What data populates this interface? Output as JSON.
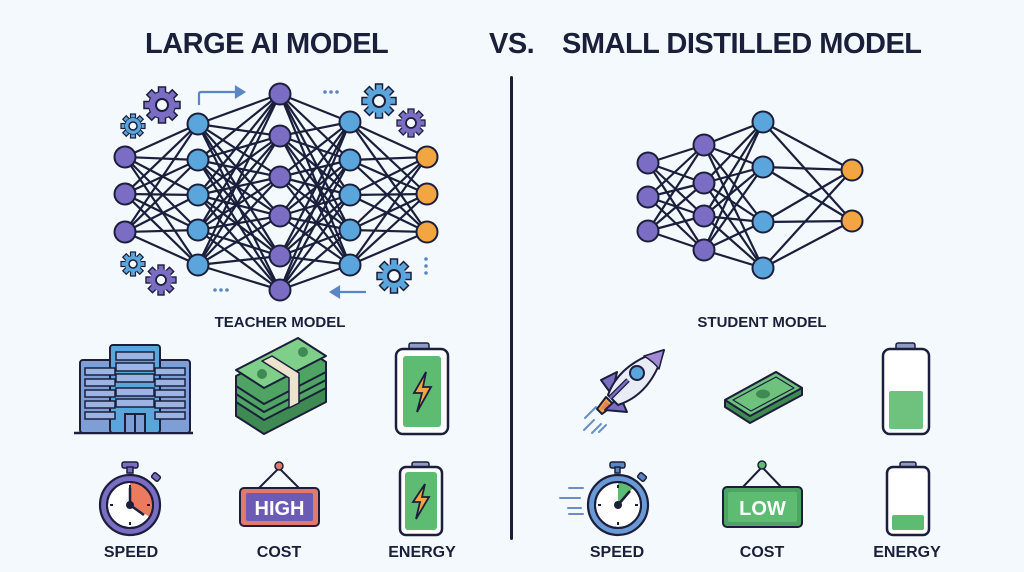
{
  "header": {
    "left_title": "LARGE AI MODEL",
    "vs": "VS.",
    "right_title": "SMALL DISTILLED MODEL"
  },
  "teacher": {
    "label": "TEACHER MODEL",
    "network_layers": [
      3,
      5,
      6,
      5,
      3
    ],
    "icons": [
      "server-building-icon",
      "money-stack-icon",
      "full-battery-charging-icon"
    ],
    "metrics": [
      {
        "label": "SPEED",
        "icon": "stopwatch-slow-icon"
      },
      {
        "label": "COST",
        "icon": "hanging-sign-icon",
        "sign_text": "HIGH"
      },
      {
        "label": "ENERGY",
        "icon": "battery-full-icon"
      }
    ]
  },
  "student": {
    "label": "STUDENT MODEL",
    "network_layers": [
      3,
      4,
      4,
      2
    ],
    "icons": [
      "rocket-icon",
      "single-bill-icon",
      "half-battery-icon"
    ],
    "metrics": [
      {
        "label": "SPEED",
        "icon": "stopwatch-fast-icon"
      },
      {
        "label": "COST",
        "icon": "hanging-sign-icon",
        "sign_text": "LOW"
      },
      {
        "label": "ENERGY",
        "icon": "battery-low-icon"
      }
    ]
  },
  "colors": {
    "background": "#f3f9fc",
    "ink": "#1b1f3b",
    "purple_node": "#7b6cc4",
    "blue_node": "#5aa6dc",
    "orange_node": "#f2a541",
    "green": "#5dbb72",
    "high_sign": "#6b5bb5",
    "high_border": "#e07a6a",
    "low_sign": "#4fa463"
  }
}
